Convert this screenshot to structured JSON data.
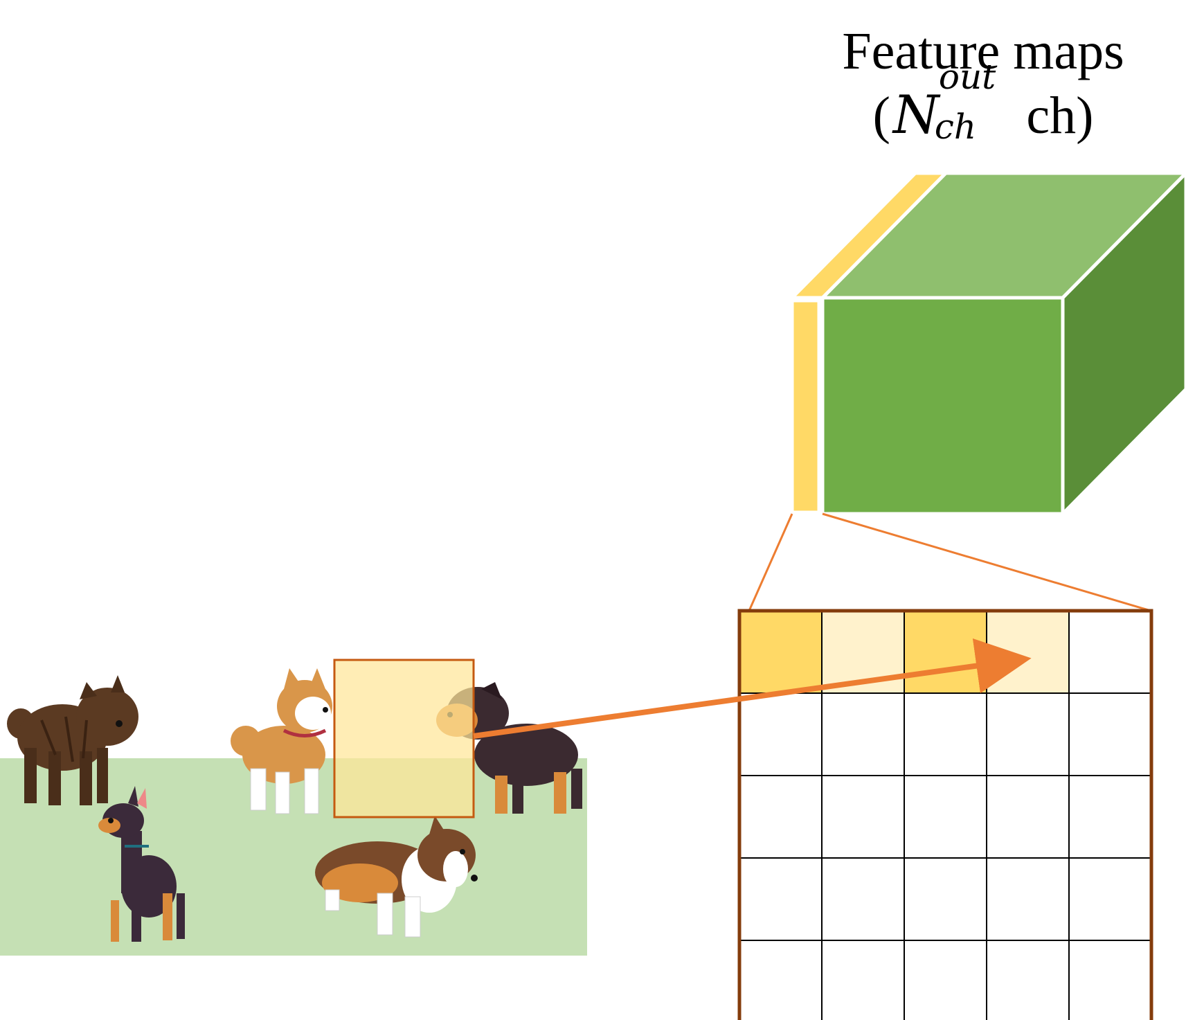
{
  "diagram": {
    "title": "Feature maps",
    "subtitle": {
      "open": "(",
      "symbol": "N",
      "superscript": "out",
      "subscript": "ch",
      "unit": "ch)"
    },
    "grid": {
      "rows": 5,
      "cols": 5,
      "highlighted_cells": [
        {
          "row": 0,
          "col": 0,
          "color": "#FFD966"
        },
        {
          "row": 0,
          "col": 1,
          "color": "#FFF2CC"
        },
        {
          "row": 0,
          "col": 2,
          "color": "#FFD966"
        },
        {
          "row": 0,
          "col": 3,
          "color": "#FFF2CC"
        }
      ]
    },
    "colors": {
      "cube_front": "#70AD47",
      "cube_top": "#8FBF6E",
      "cube_side": "#5A8E38",
      "slice": "#FFD966",
      "ground": "#C5E0B4",
      "window_fill": "#FFE699",
      "window_border": "#C55A11",
      "arrow": "#ED7D31",
      "grid_border": "#843C0C"
    },
    "illustration": "five-dogs-on-grass"
  }
}
